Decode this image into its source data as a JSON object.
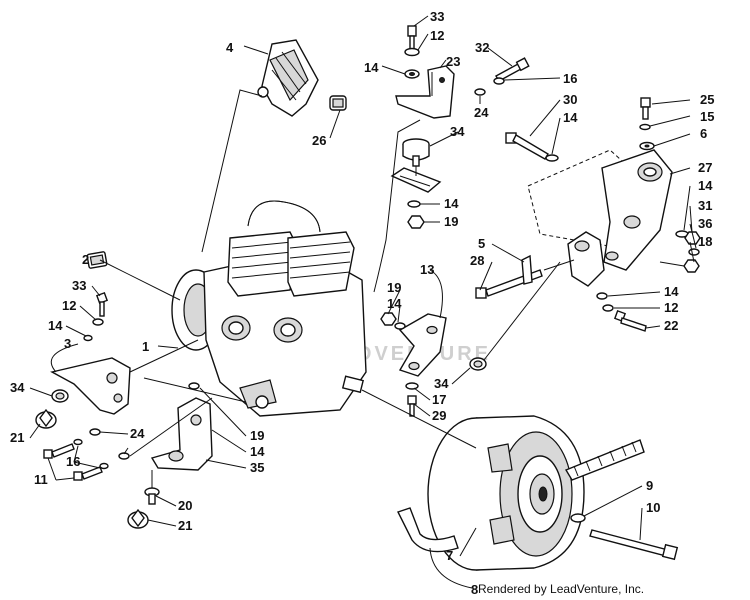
{
  "credit": "Rendered by LeadVenture, Inc.",
  "watermark": "LEADVENTURE",
  "callouts": [
    {
      "id": "c33a",
      "label": "33"
    },
    {
      "id": "c12a",
      "label": "12"
    },
    {
      "id": "c32",
      "label": "32"
    },
    {
      "id": "c14a",
      "label": "14"
    },
    {
      "id": "c23",
      "label": "23"
    },
    {
      "id": "c16a",
      "label": "16"
    },
    {
      "id": "c24a",
      "label": "24"
    },
    {
      "id": "c4",
      "label": "4"
    },
    {
      "id": "c26",
      "label": "26"
    },
    {
      "id": "c30",
      "label": "30"
    },
    {
      "id": "c14b",
      "label": "14"
    },
    {
      "id": "c25",
      "label": "25"
    },
    {
      "id": "c15",
      "label": "15"
    },
    {
      "id": "c6",
      "label": "6"
    },
    {
      "id": "c34a",
      "label": "34"
    },
    {
      "id": "c27",
      "label": "27"
    },
    {
      "id": "c14c",
      "label": "14"
    },
    {
      "id": "c19a",
      "label": "19"
    },
    {
      "id": "c14d",
      "label": "14"
    },
    {
      "id": "c31",
      "label": "31"
    },
    {
      "id": "c36",
      "label": "36"
    },
    {
      "id": "c18",
      "label": "18"
    },
    {
      "id": "c5",
      "label": "5"
    },
    {
      "id": "c28",
      "label": "28"
    },
    {
      "id": "c2",
      "label": "2"
    },
    {
      "id": "c13",
      "label": "13"
    },
    {
      "id": "c33b",
      "label": "33"
    },
    {
      "id": "c19b",
      "label": "19"
    },
    {
      "id": "c14e",
      "label": "14"
    },
    {
      "id": "c12b",
      "label": "12"
    },
    {
      "id": "c14f",
      "label": "14"
    },
    {
      "id": "c12c",
      "label": "12"
    },
    {
      "id": "c22",
      "label": "22"
    },
    {
      "id": "c14g",
      "label": "14"
    },
    {
      "id": "c1",
      "label": "1"
    },
    {
      "id": "c3",
      "label": "3"
    },
    {
      "id": "c34b",
      "label": "34"
    },
    {
      "id": "c34c",
      "label": "34"
    },
    {
      "id": "c17",
      "label": "17"
    },
    {
      "id": "c29",
      "label": "29"
    },
    {
      "id": "c21a",
      "label": "21"
    },
    {
      "id": "c24b",
      "label": "24"
    },
    {
      "id": "c19c",
      "label": "19"
    },
    {
      "id": "c14h",
      "label": "14"
    },
    {
      "id": "c16b",
      "label": "16"
    },
    {
      "id": "c11",
      "label": "11"
    },
    {
      "id": "c35",
      "label": "35"
    },
    {
      "id": "c9",
      "label": "9"
    },
    {
      "id": "c10",
      "label": "10"
    },
    {
      "id": "c20",
      "label": "20"
    },
    {
      "id": "c21b",
      "label": "21"
    },
    {
      "id": "c7",
      "label": "7"
    },
    {
      "id": "c8",
      "label": "8"
    }
  ]
}
